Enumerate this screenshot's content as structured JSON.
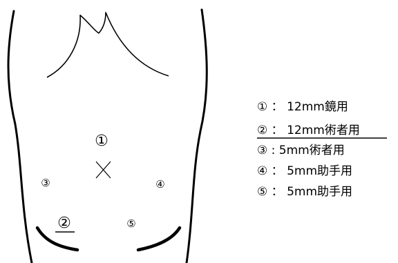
{
  "ports": {
    "p1": "①",
    "p2": "②",
    "p3": "③",
    "p4": "④",
    "p5": "⑤"
  },
  "legend": [
    {
      "marker": "①",
      "sep": "：",
      "text": "12mm鏡用",
      "underline": false
    },
    {
      "marker": "②",
      "sep": "：",
      "text": "12mm術者用",
      "underline": true
    },
    {
      "marker": "③",
      "sep": ":",
      "text": "5mm術者用",
      "underline": false
    },
    {
      "marker": "④",
      "sep": "：",
      "text": "5mm助手用",
      "underline": false
    },
    {
      "marker": "⑤",
      "sep": "：",
      "text": "5mm助手用",
      "underline": false
    }
  ]
}
